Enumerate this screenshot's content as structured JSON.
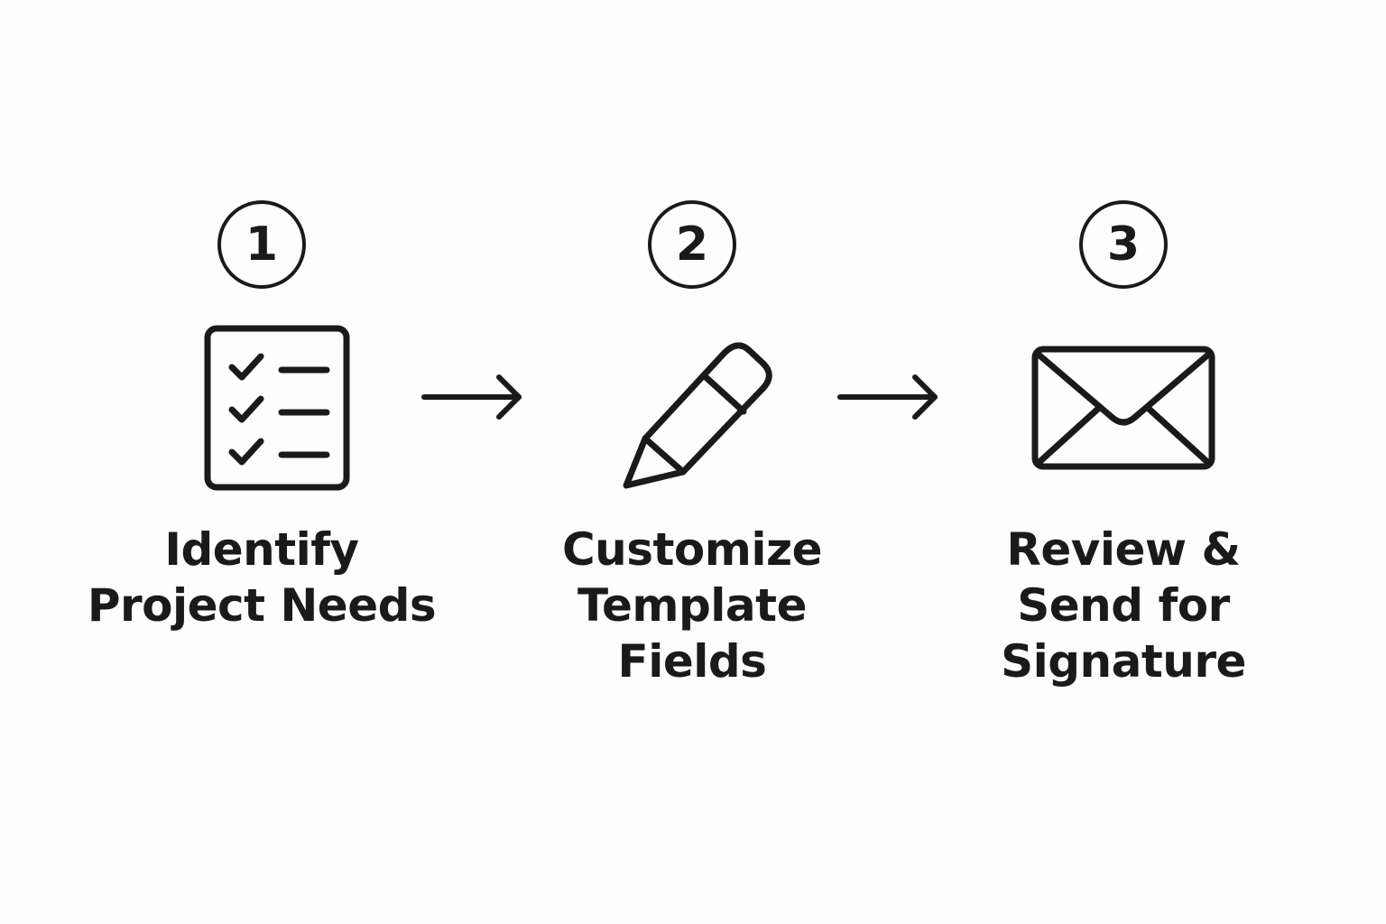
{
  "steps": [
    {
      "number": "1",
      "icon": "checklist-icon",
      "label_lines": [
        "Identify",
        "Project Needs"
      ]
    },
    {
      "number": "2",
      "icon": "pencil-icon",
      "label_lines": [
        "Customize",
        "Template",
        "Fields"
      ]
    },
    {
      "number": "3",
      "icon": "envelope-icon",
      "label_lines": [
        "Review &",
        "Send for",
        "Signature"
      ]
    }
  ],
  "colors": {
    "stroke": "#1a1a1a",
    "background": "#fdfdfd"
  }
}
